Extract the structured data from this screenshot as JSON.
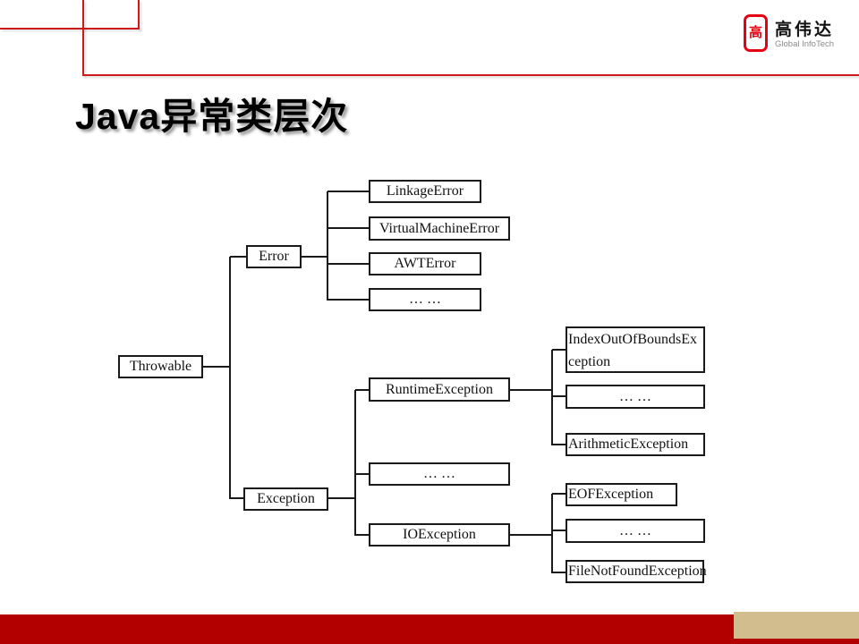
{
  "slide": {
    "title": "Java异常类层次"
  },
  "logo": {
    "emblem_glyph": "高",
    "company_name": "高伟达",
    "company_subtitle": "Global InfoTech"
  },
  "diagram": {
    "nodes": {
      "throwable": {
        "label": "Throwable"
      },
      "error": {
        "label": "Error"
      },
      "exception": {
        "label": "Exception"
      },
      "linkage_error": {
        "label": "LinkageError"
      },
      "virtual_machine_error": {
        "label": "VirtualMachineError"
      },
      "awt_error": {
        "label": "AWTError"
      },
      "error_more": {
        "label": "… …"
      },
      "runtime_exception": {
        "label": "RuntimeException"
      },
      "exception_more": {
        "label": "… …"
      },
      "io_exception": {
        "label": "IOException"
      },
      "index_out_of_bounds_exception": {
        "label": "IndexOutOfBoundsException"
      },
      "runtime_more": {
        "label": "… …"
      },
      "arithmetic_exception": {
        "label": "ArithmeticException"
      },
      "eof_exception": {
        "label": "EOFException"
      },
      "io_more": {
        "label": "… …"
      },
      "file_not_found_exception": {
        "label": "FileNotFoundException"
      }
    }
  },
  "colors": {
    "header-line-red": "#cc1a1a",
    "footer-red": "#b20000",
    "footer-tan": "#d2bd8f",
    "logo-red": "#e60012",
    "diagram-ink": "#1a1a1a"
  }
}
